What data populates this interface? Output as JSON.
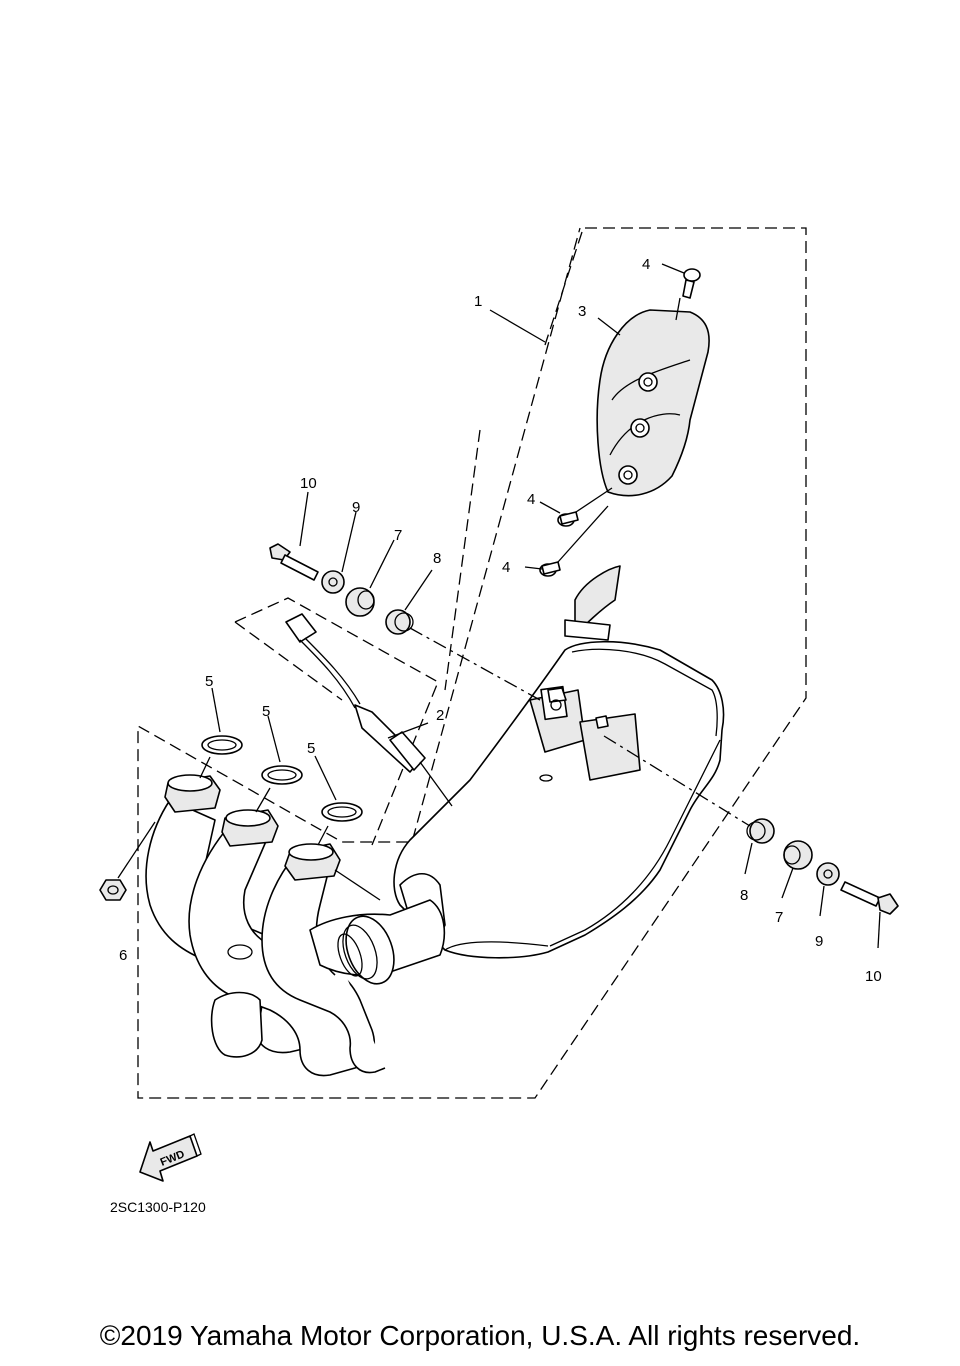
{
  "diagram": {
    "callouts": {
      "c1": "1",
      "c2": "2",
      "c3": "3",
      "c4a": "4",
      "c4b": "4",
      "c4c": "4",
      "c5a": "5",
      "c5b": "5",
      "c5c": "5",
      "c6": "6",
      "c7a": "7",
      "c7b": "7",
      "c8a": "8",
      "c8b": "8",
      "c9a": "9",
      "c9b": "9",
      "c10a": "10",
      "c10b": "10"
    },
    "fwd_label": "FWD",
    "drawing_code": "2SC1300-P120"
  },
  "footer": {
    "copyright": "©2019 Yamaha Motor Corporation, U.S.A. All rights reserved."
  }
}
